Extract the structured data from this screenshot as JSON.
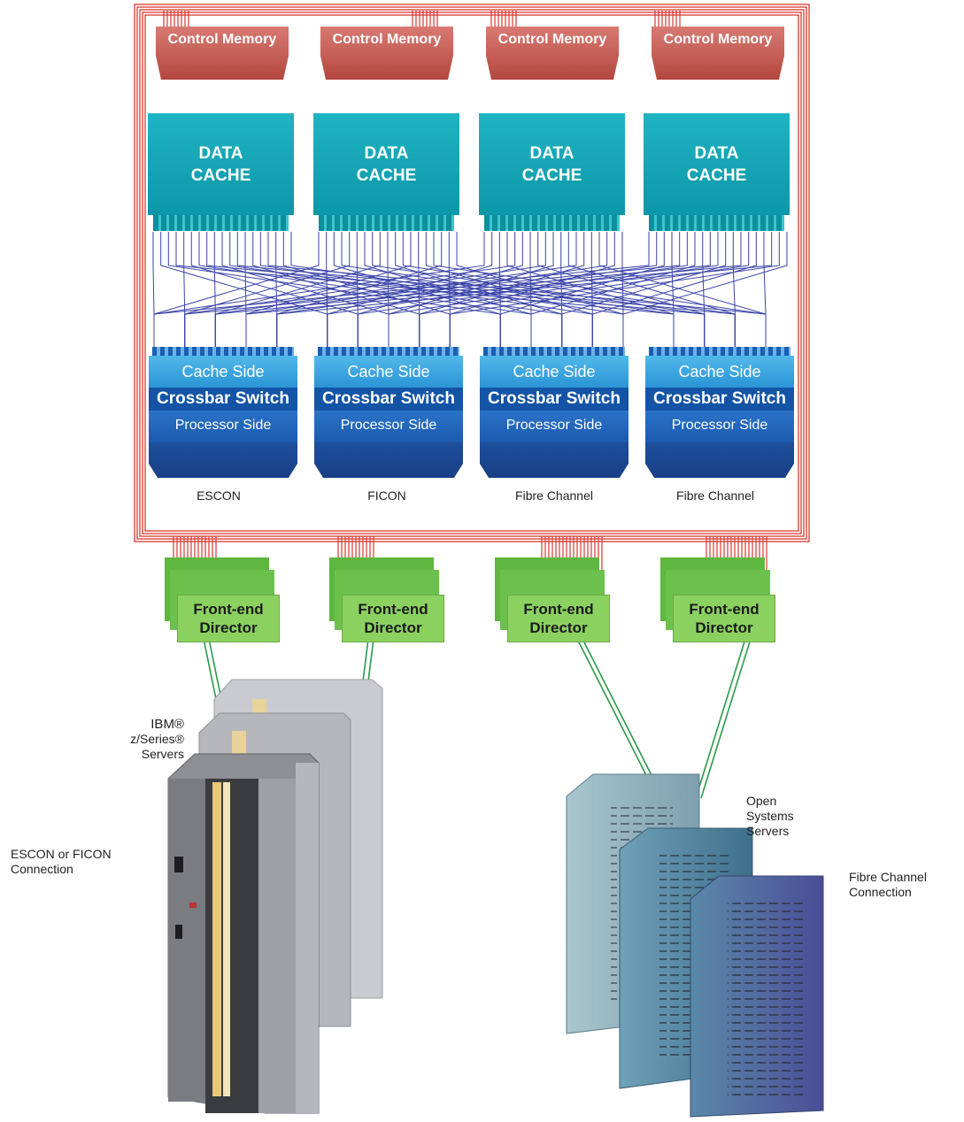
{
  "control_memory": [
    "Control Memory",
    "Control Memory",
    "Control Memory",
    "Control Memory"
  ],
  "data_cache": [
    {
      "line1": "DATA",
      "line2": "CACHE"
    },
    {
      "line1": "DATA",
      "line2": "CACHE"
    },
    {
      "line1": "DATA",
      "line2": "CACHE"
    },
    {
      "line1": "DATA",
      "line2": "CACHE"
    }
  ],
  "crossbar": [
    {
      "cache": "Cache Side",
      "switch": "Crossbar Switch",
      "processor": "Processor Side",
      "connection": "ESCON"
    },
    {
      "cache": "Cache Side",
      "switch": "Crossbar Switch",
      "processor": "Processor Side",
      "connection": "FICON"
    },
    {
      "cache": "Cache Side",
      "switch": "Crossbar Switch",
      "processor": "Processor Side",
      "connection": "Fibre Channel"
    },
    {
      "cache": "Cache Side",
      "switch": "Crossbar Switch",
      "processor": "Processor Side",
      "connection": "Fibre Channel"
    }
  ],
  "front_end": [
    {
      "line1": "Front-end",
      "line2": "Director"
    },
    {
      "line1": "Front-end",
      "line2": "Director"
    },
    {
      "line1": "Front-end",
      "line2": "Director"
    },
    {
      "line1": "Front-end",
      "line2": "Director"
    }
  ],
  "ibm_label": {
    "line1": "IBM®",
    "line2": "z/Series®",
    "line3": "Servers"
  },
  "escon_ficon_label": {
    "line1": "ESCON or FICON",
    "line2": "Connection"
  },
  "open_systems_label": {
    "line1": "Open",
    "line2": "Systems",
    "line3": "Servers"
  },
  "fibre_label": {
    "line1": "Fibre Channel",
    "line2": "Connection"
  },
  "colors": {
    "frame_red": "#d9382f",
    "fabric_blue": "#3a43a8",
    "link_green": "#2a9a4a"
  }
}
